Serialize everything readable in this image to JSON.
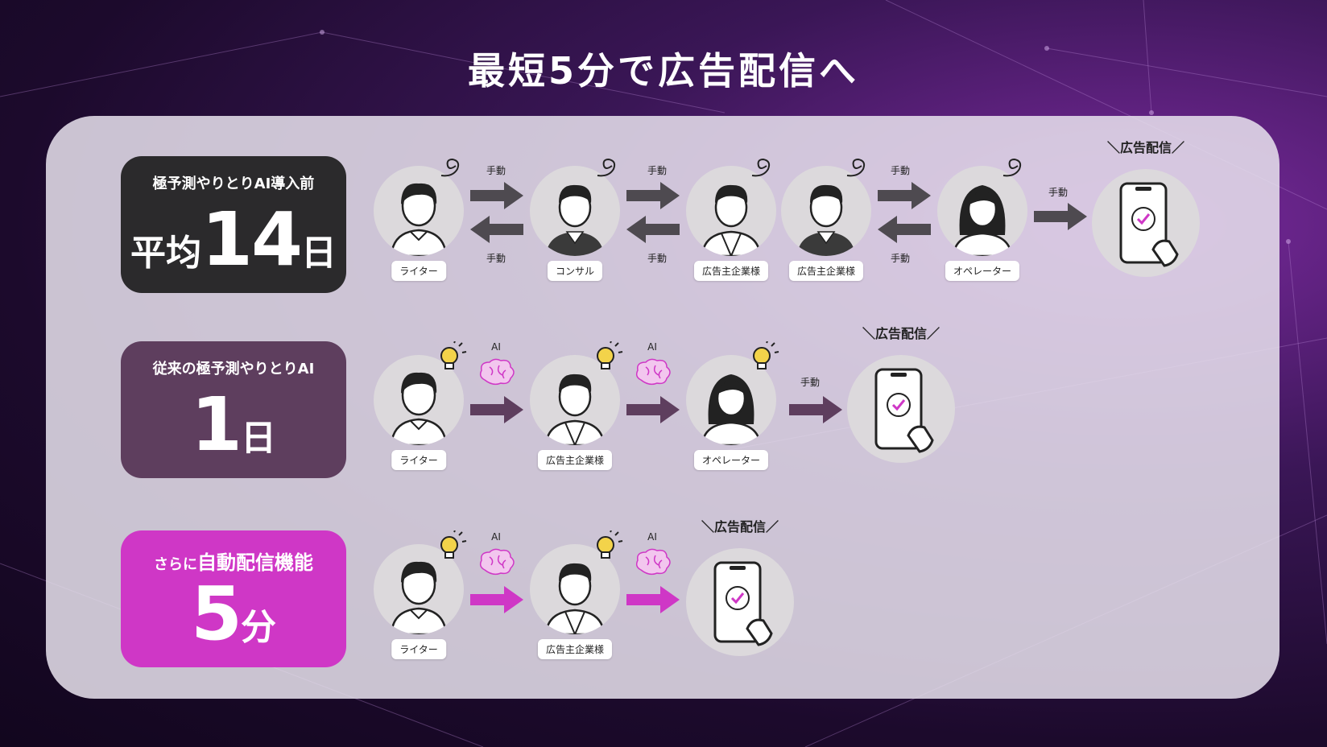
{
  "title": "最短5分で広告配信へ",
  "rows": [
    {
      "sub": "極予測やりとりAI導入前",
      "pre": "平均",
      "num": "14",
      "unit": "日"
    },
    {
      "sub": "従来の極予測やりとりAI",
      "pre": "",
      "num": "1",
      "unit": "日"
    },
    {
      "sub_prefix": "さらに",
      "sub_highlight": "自動配信機能",
      "pre": "",
      "num": "5",
      "unit": "分"
    }
  ],
  "labels": {
    "writer": "ライター",
    "consultant": "コンサル",
    "advertiser": "広告主企業様",
    "operator": "オペレーター"
  },
  "arrow_labels": {
    "manual": "手動",
    "ai": "AI"
  },
  "ad_delivery": "広告配信",
  "colors": {
    "dark_badge": "#2b2a2c",
    "mid_badge": "#5e3e5e",
    "accent": "#cf37c6"
  }
}
